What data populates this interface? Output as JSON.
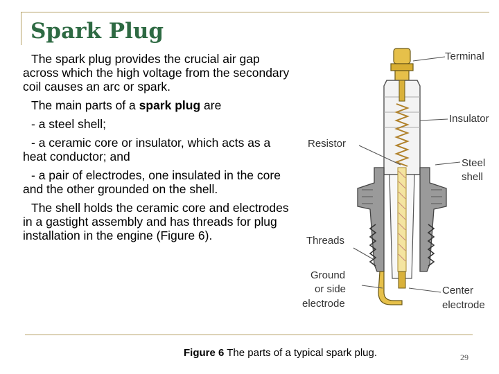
{
  "slide": {
    "title": "Spark Plug",
    "paragraphs": [
      "The spark plug provides the crucial air gap across which the high voltage from the secondary coil causes an arc or spark.",
      "The main parts of a ",
      "- a steel shell;",
      "- a ceramic core or insulator, which acts as a heat conductor; and",
      "- a pair of electrodes, one insulated in the core and the other grounded on the shell.",
      "The shell holds the ceramic core and electrodes in a gastight assembly and has threads for plug installation in the engine (Figure 6)."
    ],
    "bold_term": "spark plug",
    "parts_suffix": " are",
    "page_number": "29"
  },
  "figure": {
    "labels": {
      "terminal": "Terminal",
      "insulator": "Insulator",
      "resistor": "Resistor",
      "steel_shell_1": "Steel",
      "steel_shell_2": "shell",
      "threads": "Threads",
      "ground_1": "Ground",
      "ground_2": "or side",
      "ground_3": "electrode",
      "center_1": "Center",
      "center_2": "electrode"
    },
    "caption_label": "Figure 6",
    "caption_text": " The parts of a typical spark plug."
  }
}
